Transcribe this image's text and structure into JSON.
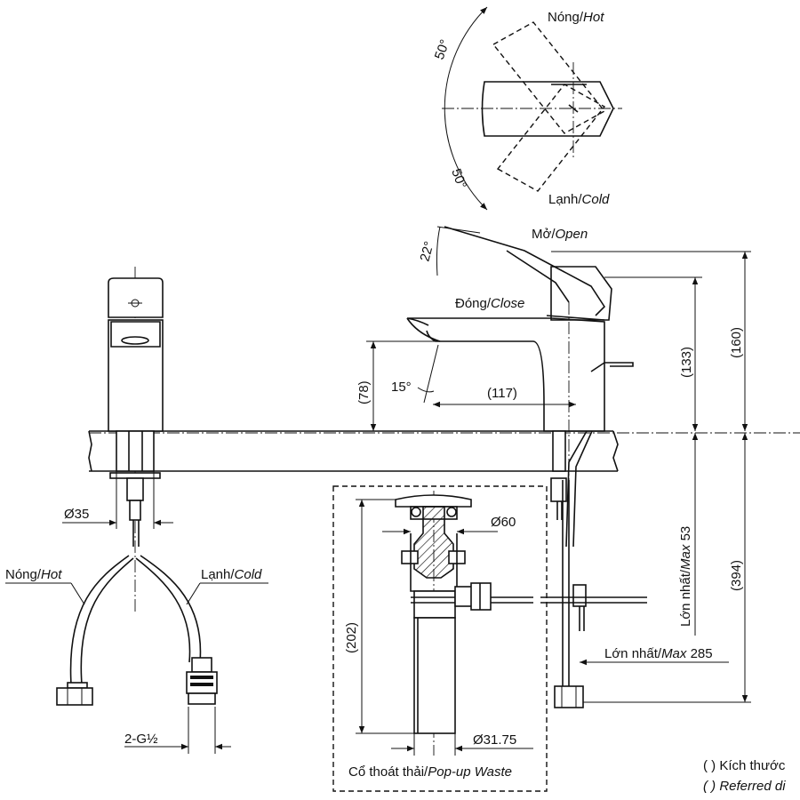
{
  "labels": {
    "hot_top": {
      "vi": "Nóng/",
      "en": "Hot"
    },
    "cold_top": {
      "vi": "Lạnh/",
      "en": "Cold"
    },
    "open": {
      "vi": "Mở/",
      "en": "Open"
    },
    "close": {
      "vi": "Đóng/",
      "en": "Close"
    },
    "hot_hose": {
      "vi": "Nóng/",
      "en": "Hot"
    },
    "cold_hose": {
      "vi": "Lạnh/",
      "en": "Cold"
    },
    "popup_waste": {
      "vi": "Cổ thoát thải/",
      "en": "Pop-up Waste"
    },
    "max_53": {
      "vi": "Lớn nhất/",
      "en": "Max",
      "val": " 53"
    },
    "max_285": {
      "vi": "Lớn nhất/",
      "en": "Max",
      "val": " 285"
    },
    "note_vi": "( ) Kích thước",
    "note_en": "( ) Referred di"
  },
  "dimensions": {
    "angle_top": "50°",
    "angle_bottom": "50°",
    "lever_angle": "22°",
    "spout_angle": "15°",
    "d117": "(117)",
    "d78": "(78)",
    "d133": "(133)",
    "d160": "(160)",
    "d394": "(394)",
    "d202": "(202)",
    "d35": "Ø35",
    "d60": "Ø60",
    "d31_75": "Ø31.75",
    "thread": "2-G½"
  }
}
